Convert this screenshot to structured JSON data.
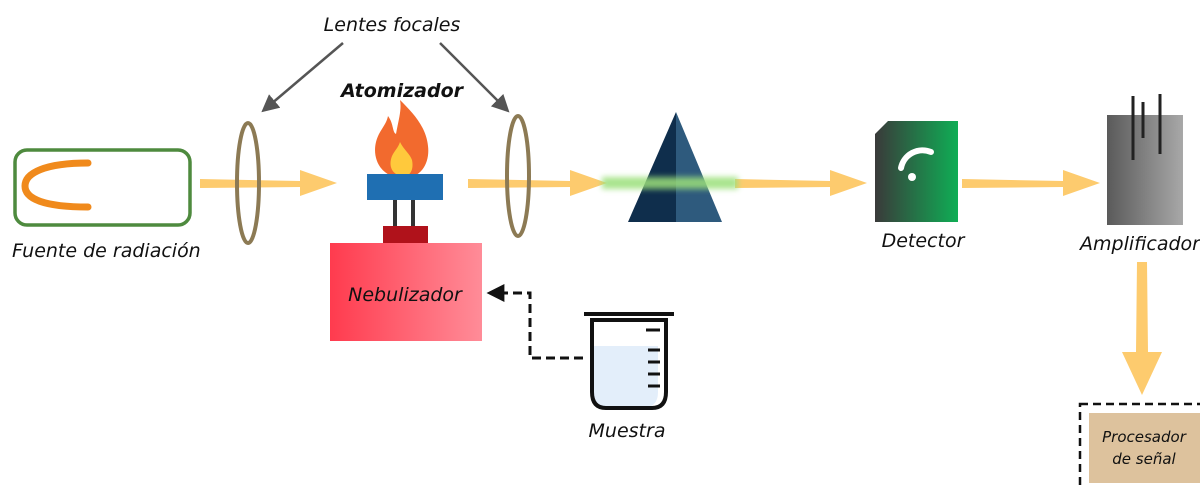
{
  "labels": {
    "lenses": "Lentes focales",
    "atomizer": "Atomizador",
    "source": "Fuente de radiación",
    "nebulizer": "Nebulizador",
    "sample": "Muestra",
    "detector": "Detector",
    "amplifier": "Amplificador",
    "processor_line1": "Procesador",
    "processor_line2": "de señal"
  },
  "colors": {
    "beam": "#FDCB6E",
    "source_border": "#4E8A3E",
    "source_arc": "#F08A1C",
    "lens": "#8C7A54",
    "flame_outer": "#F26A2E",
    "flame_inner": "#FFC93C",
    "burner": "#1F6FB2",
    "stand_base": "#B0121B",
    "nebulizer_start": "#FF3B4E",
    "nebulizer_end": "#FF8C98",
    "prism_dark": "#0F2E4C",
    "prism_light": "#2E5A7D",
    "beam_glow": "#9BE07A",
    "detector_start": "#3A3A3A",
    "detector_end": "#0FAE55",
    "amplifier_start": "#5A5A5A",
    "amplifier_end": "#A8A8A8",
    "processor_fill": "#DDC29D",
    "arrow_gray": "#555555"
  },
  "icons": {
    "lens": "lens-icon",
    "flame": "flame-icon",
    "prism": "prism-icon",
    "detector": "signal-icon",
    "beaker": "beaker-icon"
  }
}
